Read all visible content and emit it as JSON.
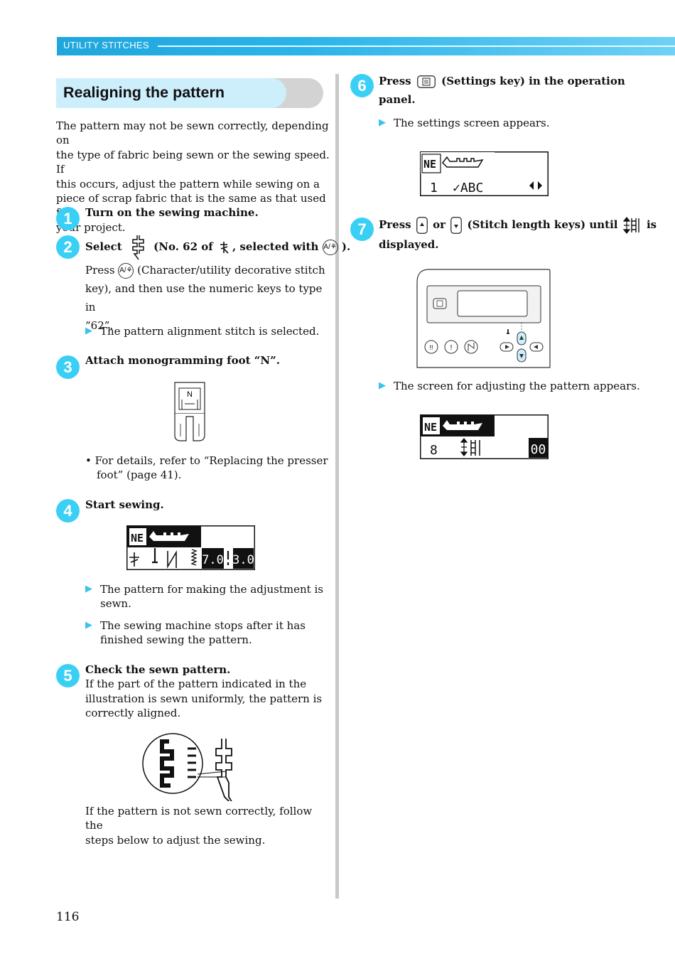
{
  "header": {
    "section": "UTILITY STITCHES"
  },
  "title": "Realigning the pattern",
  "intro": "The pattern may not be sewn correctly, depending on the type of fabric being sewn or the sewing speed. If this occurs, adjust the pattern while sewing on a piece of scrap fabric that is the same as that used for your project.",
  "intro_lines": [
    "The pattern may not be sewn correctly, depending on",
    "the type of fabric being sewn or the sewing speed. If",
    "this occurs, adjust the pattern while sewing on a",
    "piece of scrap fabric that is the same as that used for",
    "your project."
  ],
  "steps": {
    "s1": {
      "num": "1",
      "title": "Turn on the sewing machine."
    },
    "s2": {
      "num": "2",
      "select": "Select",
      "no": "(No. 62 of",
      "selected_with": ", selected with",
      "close": ").",
      "press": "Press",
      "press_rest": "(Character/utility decorative stitch",
      "line2": "key), and then use the numeric keys to type in",
      "line3": "“62”.",
      "result": "The pattern alignment stitch is selected."
    },
    "s3": {
      "num": "3",
      "title": "Attach monogramming foot “N”.",
      "foot_letter": "N",
      "note_lines": [
        "• For details, refer to “Replacing the presser",
        "foot” (page 41)."
      ]
    },
    "s4": {
      "num": "4",
      "title": "Start sewing.",
      "lcd_v1": "7.0",
      "lcd_v2": "3.0",
      "r1_lines": [
        "The pattern for making the adjustment is",
        "sewn."
      ],
      "r2_lines": [
        "The sewing machine stops after it has",
        "finished sewing the pattern."
      ]
    },
    "s5": {
      "num": "5",
      "title": "Check the sewn pattern.",
      "lines": [
        "If the part of the pattern indicated in the",
        "illustration is sewn uniformly, the pattern is",
        "correctly aligned."
      ],
      "after_lines": [
        "If the pattern is not sewn correctly, follow the",
        "steps below to adjust the sewing."
      ]
    },
    "s6": {
      "num": "6",
      "press": "Press",
      "rest": "(Settings key) in the operation",
      "line2": "panel.",
      "result": "The settings screen appears.",
      "lcd_num": "1",
      "lcd_text": "✓ABC"
    },
    "s7": {
      "num": "7",
      "press": "Press",
      "or": "or",
      "rest": "(Stitch length keys) until",
      "is": "is",
      "line2": "displayed.",
      "result": "The screen for adjusting the pattern appears.",
      "lcd_num": "8",
      "lcd_val": "00"
    }
  },
  "key_label": "A/⚘",
  "page_number": "116",
  "colors": {
    "accent": "#2bb4ea",
    "step_circle": "#3ad0f5",
    "title_bg": "#cdeffc"
  }
}
